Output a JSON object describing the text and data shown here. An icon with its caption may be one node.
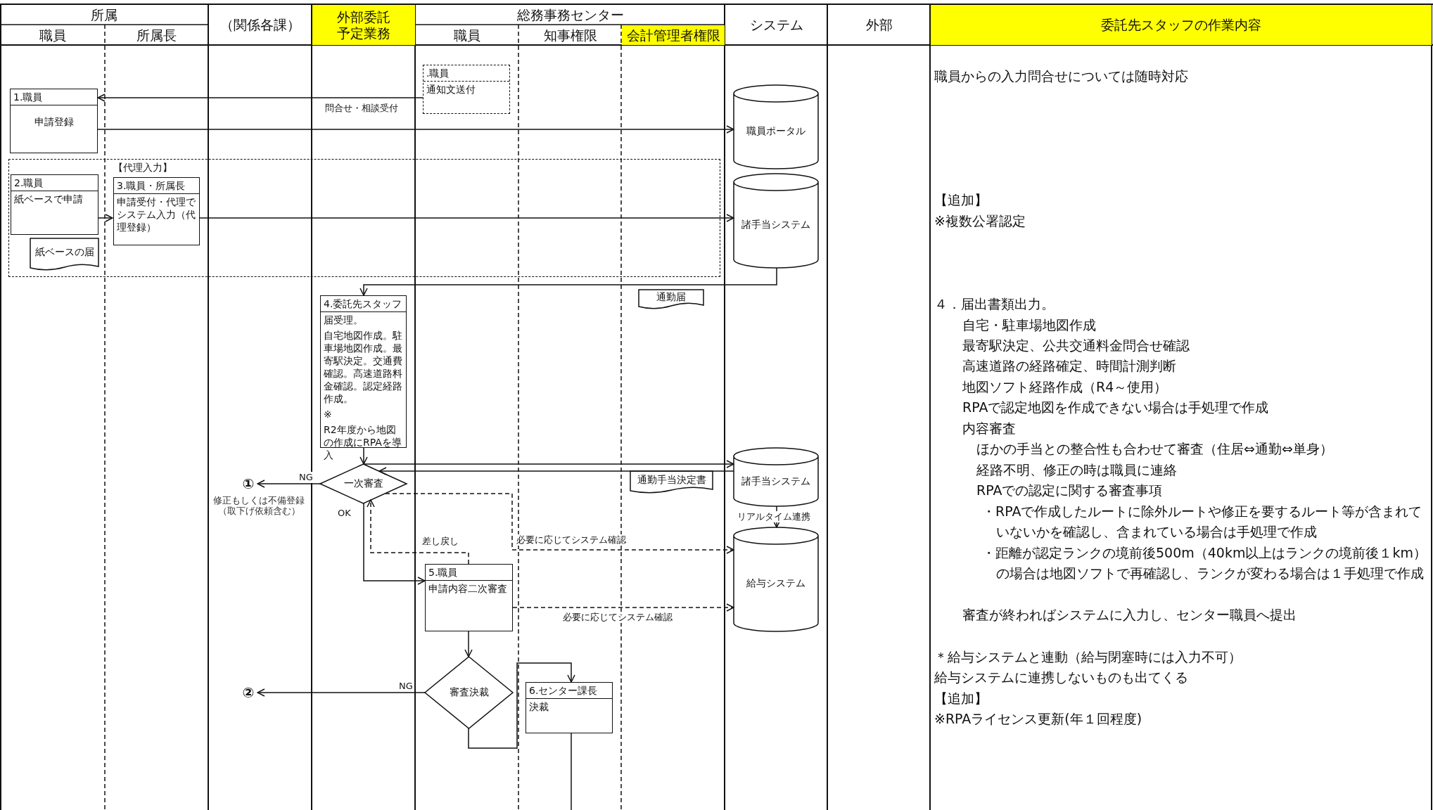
{
  "diagram": {
    "nodes": [
      {
        "text": [
          ".職員",
          "通知文送付"
        ]
      },
      {
        "text": [
          "1.職員",
          "申請登録"
        ]
      },
      {
        "text": [
          "職員ポータル"
        ]
      },
      {
        "text": [],
        "shape": "box"
      },
      {
        "text": [
          "2.職員",
          "紙ベースで申請"
        ],
        "in": 3
      },
      {
        "text": [
          "紙ベースの届"
        ],
        "in": 3
      },
      {
        "text": [
          "【代理入力】",
          "3.職員・所属長",
          "申請受付・代理でシステム入力（代理登録）"
        ],
        "in": 3
      },
      {
        "text": [
          "諸手当システム"
        ]
      },
      {
        "text": [
          "通勤届"
        ]
      },
      {
        "text": [
          "4.委託先スタッフ",
          "届受理。",
          "自宅地図作成。駐車場地図作成。最寄駅決定。交通費確認。高速道路料金確認。認定経路作成。",
          "※",
          "R2年度から地図の作成にRPAを導入"
        ]
      },
      {
        "text": [
          "一次審査"
        ]
      },
      {
        "text": [
          "①"
        ],
        "beside": [
          "修正もしくは不備登録（取下げ依頼含む）"
        ]
      },
      {
        "text": [
          "通勤手当決定書"
        ]
      },
      {
        "text": [
          "諸手当システム"
        ]
      },
      {
        "text": [
          "給与システム"
        ]
      },
      {
        "text": [
          "5.職員",
          "申請内容二次審査"
        ]
      },
      {
        "text": [
          "審査決裁"
        ]
      },
      {
        "text": [
          "②"
        ]
      },
      {
        "text": [
          "6.センター課長",
          "決裁"
        ]
      }
    ],
    "edges": [
      {
        "from": 0,
        "to": 1,
        "arrow": "to",
        "label": "問合せ・相談受付"
      },
      {
        "from": 1,
        "to": 2,
        "arrow": "to"
      },
      {
        "from": 4,
        "to": 6,
        "arrow": "to"
      },
      {
        "from": 6,
        "to": 7,
        "arrow": "to"
      },
      {
        "from": 7,
        "to": 9,
        "arrow": "to"
      },
      {
        "from": 9,
        "to": 10,
        "arrow": "to"
      },
      {
        "from": 10,
        "to": 11,
        "arrow": "to",
        "label": "NG"
      },
      {
        "from": 10,
        "to": 13,
        "arrow": "to"
      },
      {
        "from": 13,
        "to": 10,
        "arrow": "to"
      },
      {
        "from": 13,
        "to": 14,
        "arrow": "to",
        "label": "リアルタイム連携"
      },
      {
        "from": 10,
        "to": 14,
        "arrow": "to",
        "label": "必要に応じてシステム確認",
        "style": "dashed"
      },
      {
        "from": 10,
        "to": 15,
        "arrow": "to",
        "label": "OK"
      },
      {
        "from": 15,
        "to": 10,
        "arrow": "to",
        "label": "差し戻し",
        "style": "dashed"
      },
      {
        "from": 15,
        "to": 14,
        "arrow": "to",
        "label": "必要に応じてシステム確認",
        "style": "dashed"
      },
      {
        "from": 15,
        "to": 16,
        "arrow": "to"
      },
      {
        "from": 16,
        "to": 17,
        "arrow": "to",
        "label": "NG"
      },
      {
        "from": 16,
        "to": 18,
        "arrow": "to"
      },
      {
        "from": 18,
        "to": null,
        "arrow": "none"
      }
    ],
    "labels": [
      "所属",
      "職員",
      "所属長",
      "（関係各課）",
      "外部委託予定業務",
      "総務事務センター",
      "職員",
      "知事権限",
      "会計管理者権限",
      "システム",
      "外部",
      "委託先スタッフの作業内容",
      "職員からの入力問合せについては随時対応",
      "【追加】",
      "※複数公署認定",
      "４．届出書類出力。",
      "自宅・駐車場地図作成",
      "最寄駅決定、公共交通料金問合せ確認",
      "高速道路の経路確定、時間計測判断",
      "地図ソフト経路作成（R4～使用）",
      "RPAで認定地図を作成できない場合は手処理で作成",
      "内容審査",
      "ほかの手当との整合性も合わせて審査（住居⇔通勤⇔単身）",
      "経路不明、修正の時は職員に連絡",
      "RPAでの認定に関する審査事項",
      "・RPAで作成したルートに除外ルートや修正を要するルート等が含まれていないかを確認し、含まれている場合は手処理で作成",
      "・距離が認定ランクの境前後500m（40km以上はランクの境前後１km）の場合は地図ソフトで再確認し、ランクが変わる場合は１手処理で作成",
      "審査が終わればシステムに入力し、センター職員へ提出",
      "＊給与システムと連動（給与閉塞時には入力不可）",
      "給与システムに連携しないものも出てくる",
      "【追加】",
      "※RPAライセンス更新(年１回程度)"
    ]
  }
}
